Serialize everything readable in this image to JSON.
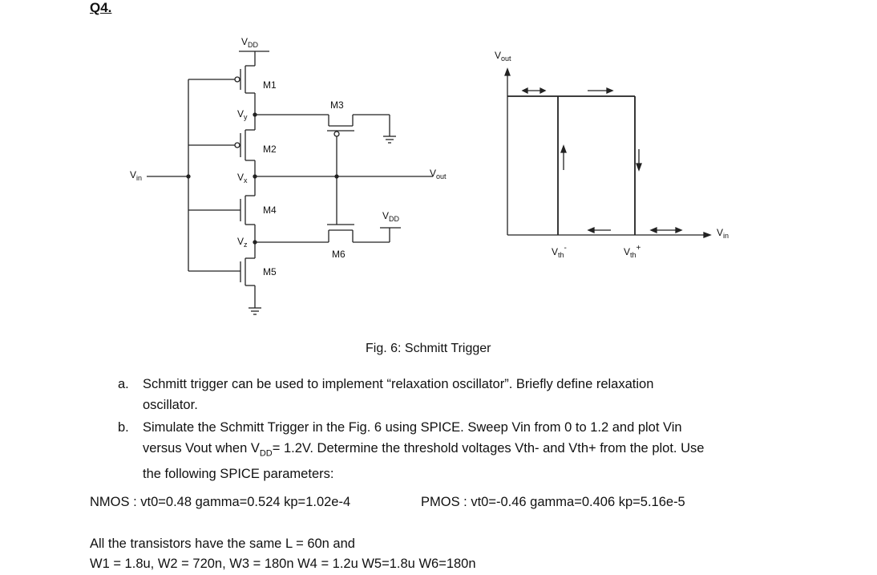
{
  "question_label": "Q4.",
  "circuit": {
    "vdd_label": "V",
    "vdd_sub": "DD",
    "vin_label": "V",
    "vin_sub": "in",
    "vout_label": "V",
    "vout_sub": "out",
    "node_vy": "V",
    "node_vy_sub": "y",
    "node_vx": "V",
    "node_vx_sub": "x",
    "node_vz": "V",
    "node_vz_sub": "z",
    "transistors": [
      "M1",
      "M2",
      "M3",
      "M4",
      "M5",
      "M6"
    ],
    "vdd2_label": "V",
    "vdd2_sub": "DD"
  },
  "hysteresis": {
    "y_label": "V",
    "y_sub": "out",
    "x_label": "V",
    "x_sub": "in",
    "vth_minus": "V",
    "vth_minus_sub": "th",
    "vth_minus_sup": "-",
    "vth_plus": "V",
    "vth_plus_sub": "th",
    "vth_plus_sup": "+"
  },
  "caption": "Fig. 6: Schmitt Trigger",
  "items": [
    {
      "marker": "a.",
      "line1": "Schmitt trigger can be used to implement “relaxation oscillator”. Briefly define relaxation",
      "line2": "oscillator."
    },
    {
      "marker": "b.",
      "line1": "Simulate the Schmitt Trigger in the Fig. 6 using SPICE. Sweep Vin from 0 to 1.2 and plot Vin",
      "line2_pre": "versus Vout when V",
      "line2_sub": "DD",
      "line2_post": "= 1.2V. Determine the threshold voltages Vth- and Vth+ from the plot. Use",
      "line3": "the following SPICE parameters:"
    }
  ],
  "nmos_params": "NMOS :  vt0=0.48 gamma=0.524 kp=1.02e-4",
  "pmos_params": "PMOS :  vt0=-0.46 gamma=0.406 kp=5.16e-5",
  "footer_line1": "All the transistors have the same L = 60n and",
  "footer_line2": "W1 = 1.8u, W2 = 720n, W3 = 180n W4 = 1.2u W5=1.8u W6=180n"
}
